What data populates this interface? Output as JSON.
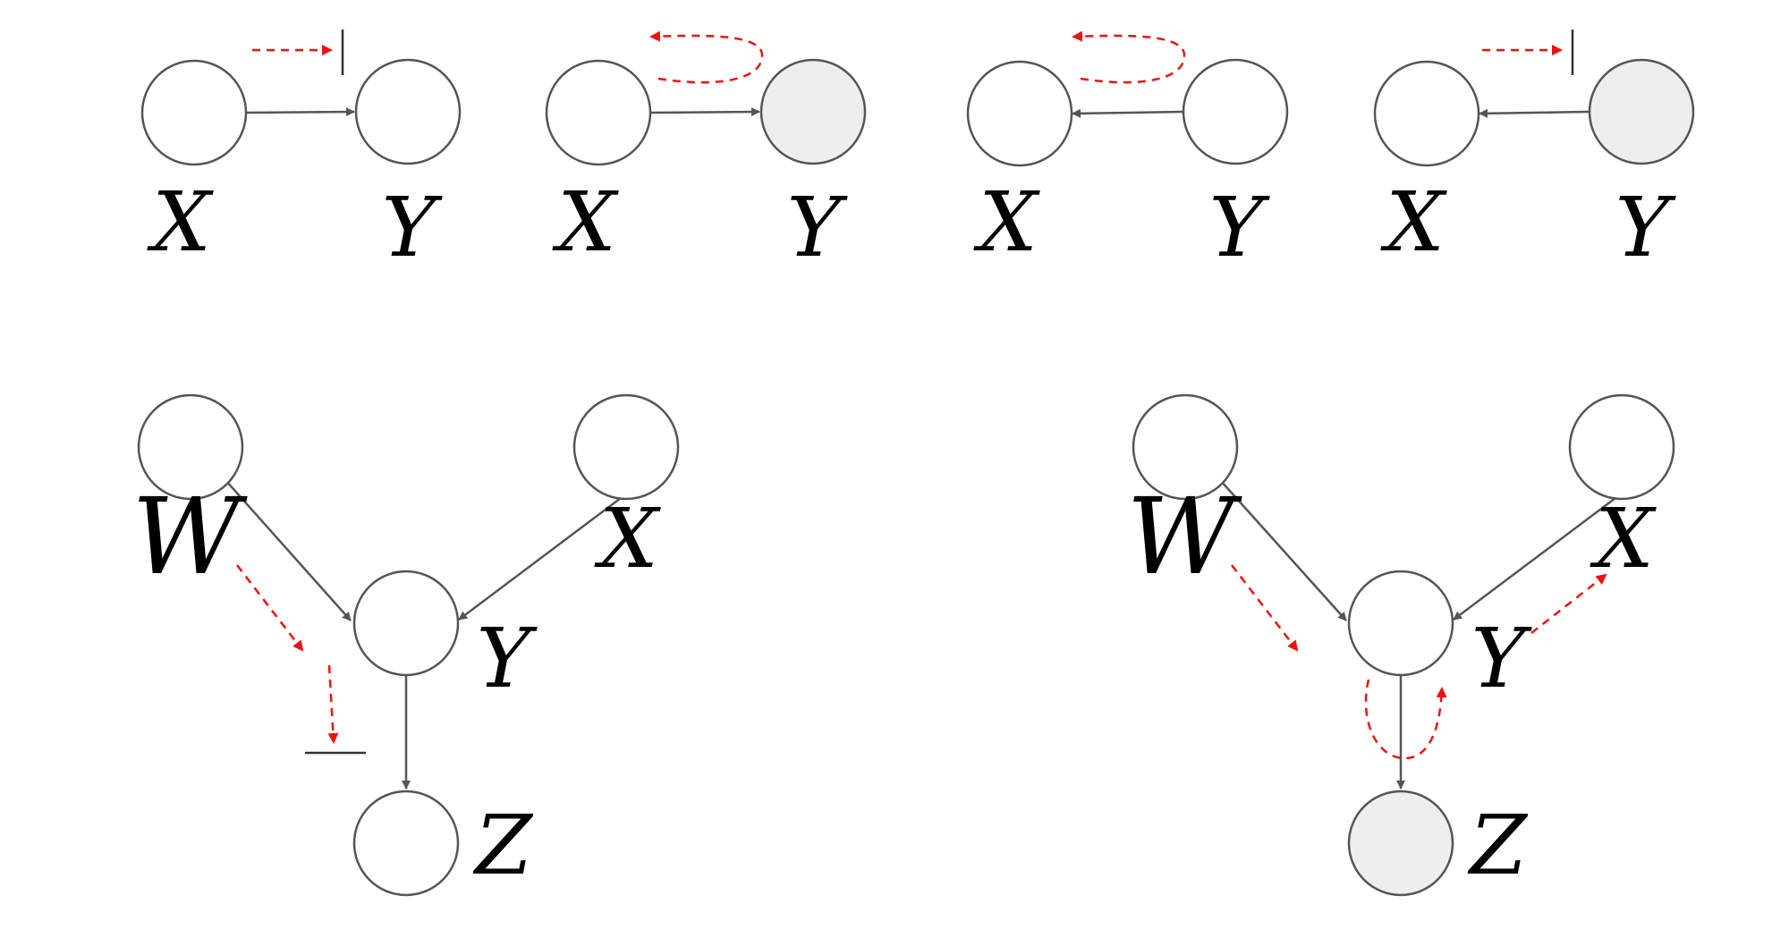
{
  "colors": {
    "node_fill": "#ffffff",
    "observed_fill": "#eeeeee",
    "node_stroke": "#555555",
    "edge": "#555555",
    "flow": "#ee1111"
  },
  "panels": [
    {
      "nodes": [
        {
          "id": "X",
          "label": "X",
          "observed": false
        },
        {
          "id": "Y",
          "label": "Y",
          "observed": false
        }
      ],
      "edges": [
        {
          "from": "X",
          "to": "Y"
        }
      ],
      "flow": "blocked"
    },
    {
      "nodes": [
        {
          "id": "X",
          "label": "X",
          "observed": false
        },
        {
          "id": "Y",
          "label": "Y",
          "observed": true
        }
      ],
      "edges": [
        {
          "from": "X",
          "to": "Y"
        }
      ],
      "flow": "explaining-away"
    },
    {
      "nodes": [
        {
          "id": "X",
          "label": "X",
          "observed": false
        },
        {
          "id": "Y",
          "label": "Y",
          "observed": false
        }
      ],
      "edges": [
        {
          "from": "Y",
          "to": "X"
        }
      ],
      "flow": "active"
    },
    {
      "nodes": [
        {
          "id": "X",
          "label": "X",
          "observed": false
        },
        {
          "id": "Y",
          "label": "Y",
          "observed": true
        }
      ],
      "edges": [
        {
          "from": "Y",
          "to": "X"
        }
      ],
      "flow": "blocked"
    },
    {
      "nodes": [
        {
          "id": "W",
          "label": "W",
          "observed": false
        },
        {
          "id": "X",
          "label": "X",
          "observed": false
        },
        {
          "id": "Y",
          "label": "Y",
          "observed": false
        },
        {
          "id": "Z",
          "label": "Z",
          "observed": false
        }
      ],
      "edges": [
        {
          "from": "W",
          "to": "Y"
        },
        {
          "from": "X",
          "to": "Y"
        },
        {
          "from": "Y",
          "to": "Z"
        }
      ],
      "flow": "blocked"
    },
    {
      "nodes": [
        {
          "id": "W",
          "label": "W",
          "observed": false
        },
        {
          "id": "X",
          "label": "X",
          "observed": false
        },
        {
          "id": "Y",
          "label": "Y",
          "observed": false
        },
        {
          "id": "Z",
          "label": "Z",
          "observed": true
        }
      ],
      "edges": [
        {
          "from": "W",
          "to": "Y"
        },
        {
          "from": "X",
          "to": "Y"
        },
        {
          "from": "Y",
          "to": "Z"
        }
      ],
      "flow": "active via observed child"
    }
  ]
}
